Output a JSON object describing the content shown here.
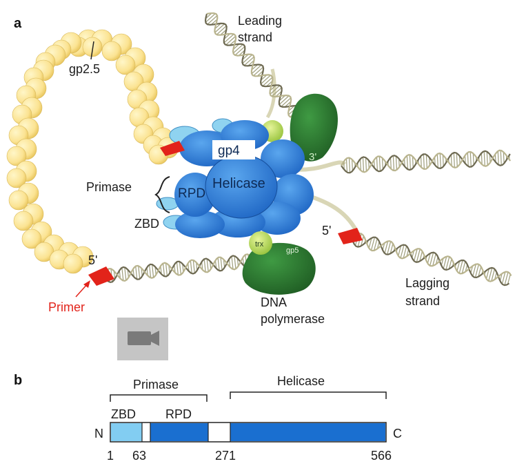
{
  "panels": {
    "a": "a",
    "b": "b"
  },
  "panel_a": {
    "leading_strand": [
      "Leading",
      "strand"
    ],
    "lagging_strand": [
      "Lagging",
      "strand"
    ],
    "gp25": "gp2.5",
    "gp4": "gp4",
    "helicase": "Helicase",
    "rpd": "RPD",
    "primase": "Primase",
    "zbd": "ZBD",
    "three_prime": "3'",
    "five_prime_left": "5'",
    "five_prime_right": "5'",
    "primer": "Primer",
    "trx": "trx",
    "gp5": "gp5",
    "dna_polymerase": [
      "DNA",
      "polymerase"
    ]
  },
  "panel_b": {
    "primase": "Primase",
    "helicase": "Helicase",
    "zbd": "ZBD",
    "rpd": "RPD",
    "n_term": "N",
    "c_term": "C",
    "ticks": [
      "1",
      "63",
      "271",
      "566"
    ]
  },
  "colors": {
    "beads": "#fbe59a",
    "protein_blue": "#2f7fd4",
    "protein_light": "#8fd3f0",
    "polymerase_green": "#2e7d32",
    "trx_green": "#b4d957",
    "primer_red": "#e2231a",
    "bar_blue": "#1a6fd0",
    "bar_light": "#82cdf2"
  },
  "icons": {
    "movie": "movie-camera-icon"
  }
}
